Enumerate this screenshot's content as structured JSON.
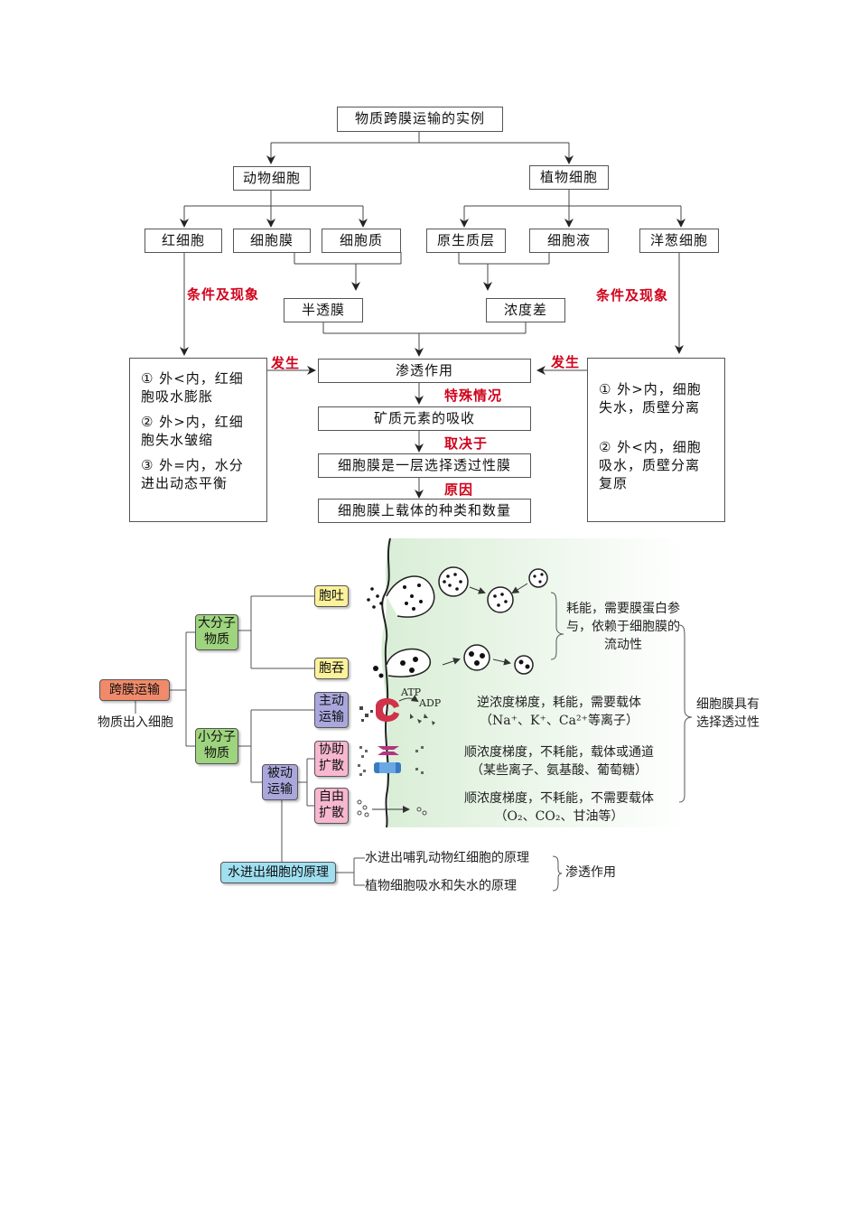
{
  "flow": {
    "root": "物质跨膜运输的实例",
    "animal": "动物细胞",
    "plant": "植物细胞",
    "rbc": "红细胞",
    "cell_membrane": "细胞膜",
    "cytoplasm": "细胞质",
    "protoplast_layer": "原生质层",
    "cell_sap": "细胞液",
    "onion_cell": "洋葱细胞",
    "semi_permeable": "半透膜",
    "conc_diff": "浓度差",
    "condition_left": "条件及现象",
    "condition_right": "条件及现象",
    "occurs_left": "发生",
    "occurs_right": "发生",
    "osmosis": "渗透作用",
    "special": "特殊情况",
    "mineral": "矿质元素的吸收",
    "depends": "取决于",
    "selective": "细胞膜是一层选择透过性膜",
    "reason": "原因",
    "carrier": "细胞膜上载体的种类和数量",
    "left_items": [
      "① 外<内，红细胞吸水膨胀",
      "② 外>内，红细胞失水皱缩",
      "③ 外=内，水分进出动态平衡"
    ],
    "right_items": [
      "① 外>内，细胞失水，质壁分离",
      "② 外<内，细胞吸水，质壁分离复原"
    ]
  },
  "summary": {
    "root": "跨膜运输",
    "root_sub": "物质出入细胞",
    "macro": "大分子物质",
    "small": "小分子物质",
    "exocytosis": "胞吐",
    "endocytosis": "胞吞",
    "active": "主动运输",
    "passive": "被动运输",
    "facilitated": "协助扩散",
    "free": "自由扩散",
    "water": "水进出细胞的原理",
    "atp": "ATP",
    "adp": "ADP",
    "bulk_note": "耗能，需要膜蛋白参与，依赖于细胞膜的流动性",
    "selective_note": "细胞膜具有选择透过性",
    "active_note1": "逆浓度梯度，耗能，需要载体",
    "active_note2": "（Na⁺、K⁺、Ca²⁺等离子）",
    "fac_note1": "顺浓度梯度，不耗能，载体或通道",
    "fac_note2": "（某些离子、氨基酸、葡萄糖）",
    "free_note1": "顺浓度梯度，不耗能，不需要载体",
    "free_note2": "（O₂、CO₂、甘油等）",
    "water1": "水进出哺乳动物红细胞的原理",
    "water2": "植物细胞吸水和失水的原理",
    "osmosis": "渗透作用"
  },
  "colors": {
    "red": "#d0021b",
    "root_fill": "#f08a6a",
    "green_fill": "#9ed47e",
    "yellow_fill": "#fbf29b",
    "purple_fill": "#a9a7dc",
    "pink_fill": "#f6b7cf",
    "cyan_fill": "#9fdff0",
    "membrane_bg": "#e7f5e4"
  }
}
